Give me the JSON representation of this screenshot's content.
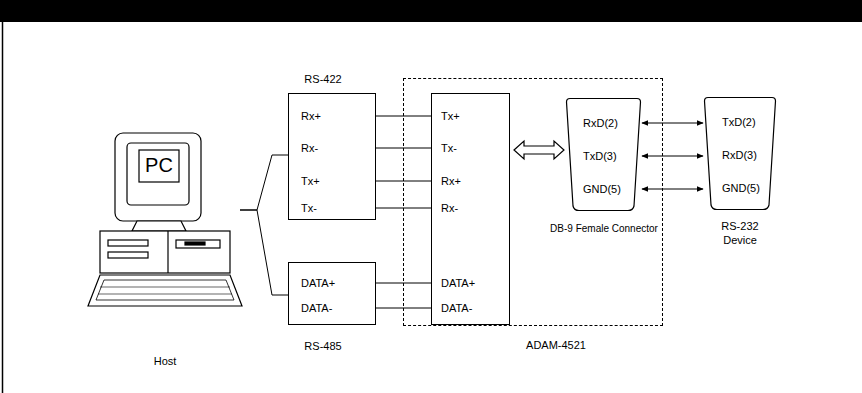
{
  "diagram": {
    "nodes": [
      {
        "text": [
          "PC",
          "Host"
        ]
      },
      {
        "text": [
          "RS-422",
          "Rx+",
          "Rx-",
          "Tx+",
          "Tx-"
        ]
      },
      {
        "text": [
          "DATA+",
          "DATA-",
          "RS-485"
        ]
      },
      {
        "text": [
          "ADAM-4521"
        ]
      },
      {
        "text": [
          "Tx+",
          "Tx-",
          "Rx+",
          "Rx-",
          "DATA+",
          "DATA-"
        ],
        "in": 3
      },
      {
        "text": [
          "RxD(2)",
          "TxD(3)",
          "GND(5)",
          "DB-9 Female Connector"
        ],
        "in": 3
      },
      {
        "text": [
          "TxD(2)",
          "RxD(3)",
          "GND(5)",
          "RS-232 Device"
        ]
      }
    ],
    "edges": [
      {
        "from": 0,
        "to": 1,
        "arrow": "none"
      },
      {
        "from": 0,
        "to": 2,
        "arrow": "none"
      },
      {
        "from": 1,
        "to": 4,
        "arrow": "none"
      },
      {
        "from": 1,
        "to": 4,
        "arrow": "none"
      },
      {
        "from": 1,
        "to": 4,
        "arrow": "none"
      },
      {
        "from": 1,
        "to": 4,
        "arrow": "none"
      },
      {
        "from": 2,
        "to": 4,
        "arrow": "none"
      },
      {
        "from": 2,
        "to": 4,
        "arrow": "none"
      },
      {
        "from": 4,
        "to": 5,
        "arrow": "both"
      },
      {
        "from": 5,
        "to": 6,
        "arrow": "both"
      },
      {
        "from": 5,
        "to": 6,
        "arrow": "both"
      },
      {
        "from": 5,
        "to": 6,
        "arrow": "both"
      }
    ]
  }
}
